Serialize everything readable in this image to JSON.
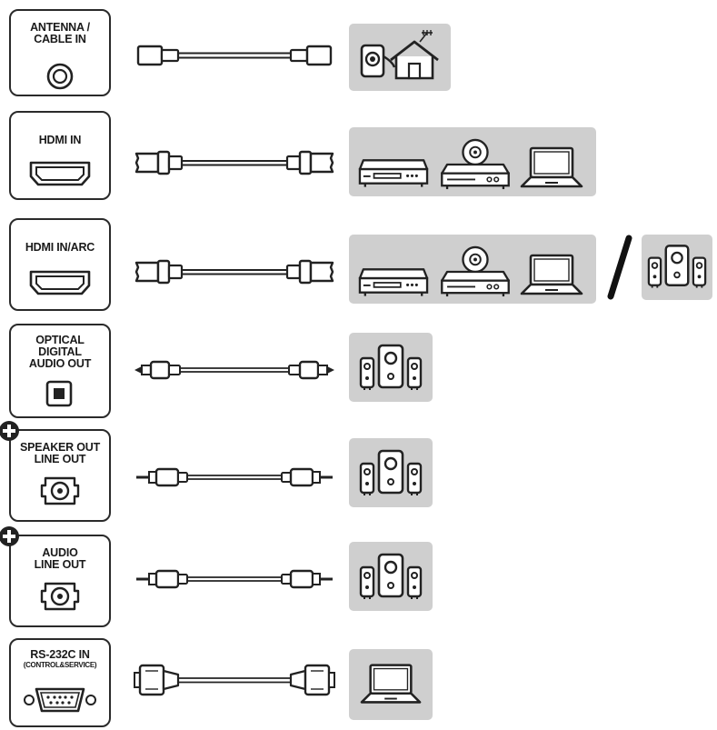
{
  "ports": {
    "antenna": {
      "line1": "ANTENNA /",
      "line2": "CABLE IN"
    },
    "hdmi": {
      "line1": "HDMI IN"
    },
    "hdmi_arc": {
      "line1": "HDMI IN/ARC"
    },
    "optical": {
      "line1": "OPTICAL",
      "line2": "DIGITAL",
      "line3": "AUDIO OUT"
    },
    "speaker": {
      "line1": "SPEAKER OUT",
      "line2": "LINE OUT"
    },
    "audio": {
      "line1": "AUDIO",
      "line2": "LINE OUT"
    },
    "rs232": {
      "line1": "RS-232C IN",
      "line2": "(CONTROL&SERVICE)"
    }
  },
  "colors": {
    "device_panel": "#cfcfcf",
    "outline": "#2a2a2a"
  },
  "icons": {
    "antenna_device": "wall-outlet-and-house-icon",
    "hdmi_devices": [
      "set-top-box-icon",
      "disc-player-icon",
      "laptop-icon"
    ],
    "audio_device": "speaker-system-icon",
    "rs232_device": "laptop-icon",
    "add_badge": "plus-circle-icon"
  }
}
